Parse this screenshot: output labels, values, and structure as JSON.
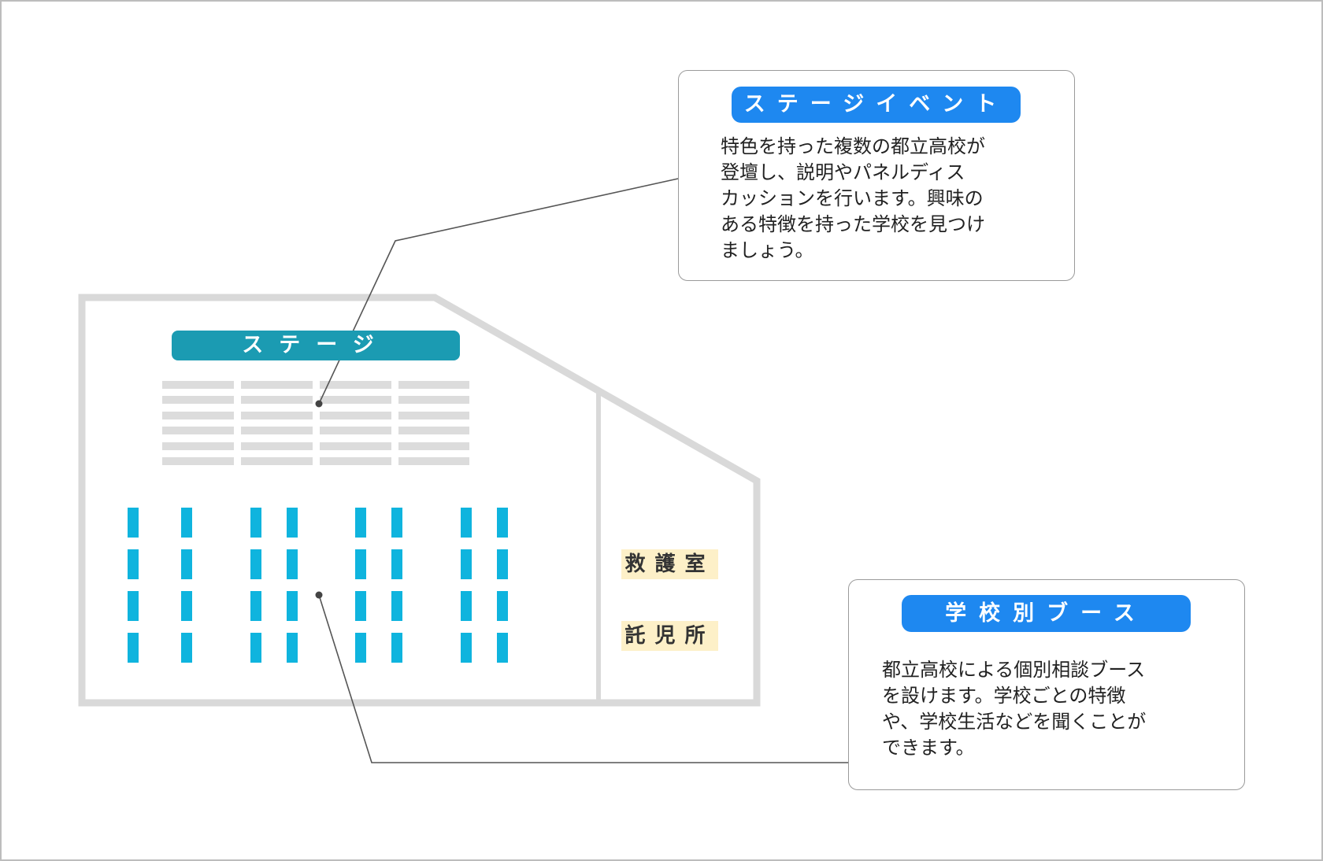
{
  "stage_label": "ステージ",
  "room_labels": {
    "first_aid": "救護室",
    "nursery": "託児所"
  },
  "callouts": {
    "stage_event": {
      "title": "ステージイベント",
      "text": "特色を持った複数の都立高校が\n登壇し、説明やパネルディス\nカッションを行います。興味の\nある特徴を持った学校を見つけ\nましょう。"
    },
    "school_booth": {
      "title": "学校別ブース",
      "text": "都立高校による個別相談ブース\nを設けます。学校ごとの特徴\nや、学校生活などを聞くことが\nできます。"
    }
  },
  "colors": {
    "stage_bar": "#1b9bb2",
    "pill": "#1e88f0",
    "booth": "#0fb4de",
    "seat_row": "#dcdcdc",
    "room_label_bg": "#fdf0c8",
    "hall_outline": "#d9d9d9"
  }
}
